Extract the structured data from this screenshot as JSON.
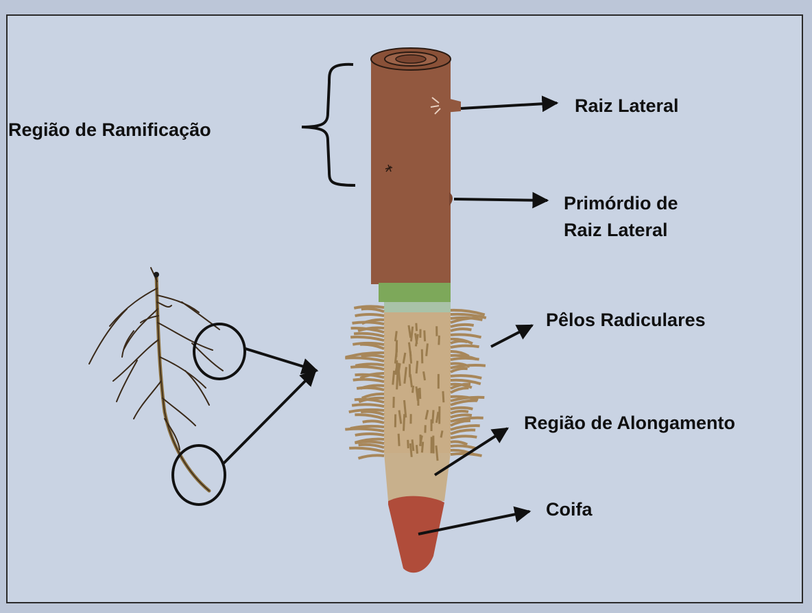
{
  "labels": {
    "branching_region": "Região de Ramificação",
    "lateral_root": "Raiz Lateral",
    "lateral_root_primordium_line1": "Primórdio de",
    "lateral_root_primordium_line2": "Raiz Lateral",
    "root_hairs": "Pêlos Radiculares",
    "elongation_region": "Região de Alongamento",
    "root_cap": "Coifa"
  },
  "colors": {
    "background": "#c6d0e0",
    "root_body": "#92583f",
    "growth_band": "#7da85a",
    "hair_zone": "#c9ad86",
    "elongation_zone": "#c8b08c",
    "root_cap": "#b04c3a",
    "ink": "#101010"
  }
}
